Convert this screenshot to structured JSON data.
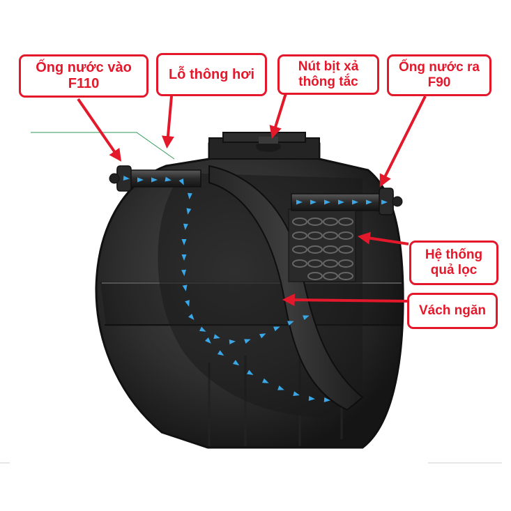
{
  "colors": {
    "accent": "#e4182b",
    "tank_body": "#303030",
    "tank_dark": "#1c1c1c",
    "flow_arrows": "#3aa8e8",
    "guide_line": "#2e9a5a"
  },
  "labels": {
    "inlet_pipe": {
      "line1": "Ống nước vào",
      "line2": "F110"
    },
    "vent_hole": {
      "line1": "Lỗ thông hơi"
    },
    "cleanout_plug": {
      "line1": "Nút bịt xả",
      "line2": "thông tắc"
    },
    "outlet_pipe": {
      "line1": "Ống nước ra",
      "line2": "F90"
    },
    "filter_system": {
      "line1": "Hệ thống",
      "line2": "quả lọc"
    },
    "baffle": {
      "line1": "Vách ngăn"
    }
  }
}
